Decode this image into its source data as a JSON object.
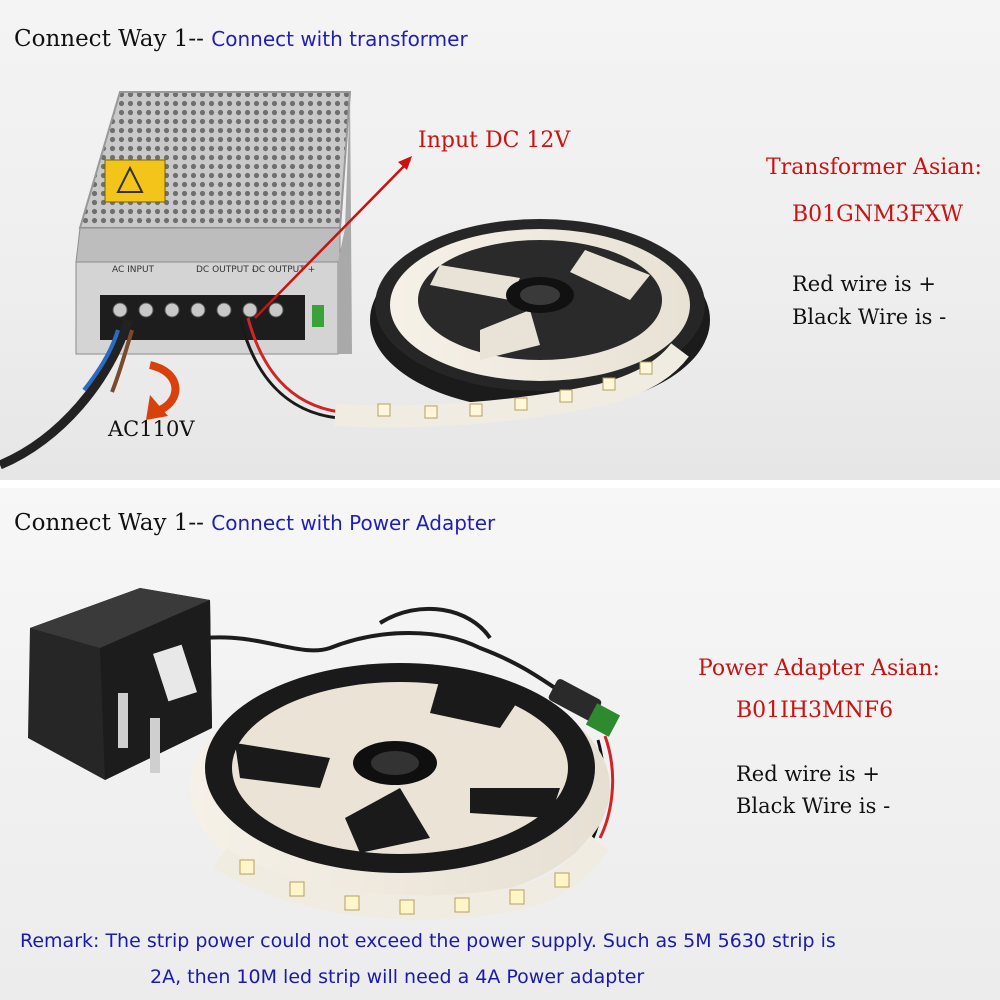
{
  "top": {
    "heading": "Connect Way 1--",
    "subheading": "Connect with transformer",
    "input_label": "Input DC 12V",
    "ac_label": "AC110V",
    "asin_label": "Transformer Asian:",
    "asin_code": "B01GNM3FXW",
    "red_wire": "Red wire is  +",
    "black_wire": "Black Wire is -",
    "psu_labels": {
      "ac_input": "AC INPUT",
      "dc_output_1": "DC OUTPUT -",
      "dc_output_2": "DC OUTPUT +"
    }
  },
  "bottom": {
    "heading": "Connect Way 1--",
    "subheading": "Connect with Power Adapter",
    "asin_label": "Power Adapter Asian:",
    "asin_code": "B01IH3MNF6",
    "red_wire": "Red wire is  +",
    "black_wire": "Black Wire is -"
  },
  "remark": {
    "line1": "Remark:  The strip power could not exceed the power supply. Such as 5M 5630 strip is",
    "line2": "2A, then 10M led strip will need a 4A Power adapter"
  },
  "colors": {
    "heading_blue": "#1f1fb8",
    "label_red": "#cc1111",
    "remark_blue": "#1a1ab0"
  }
}
